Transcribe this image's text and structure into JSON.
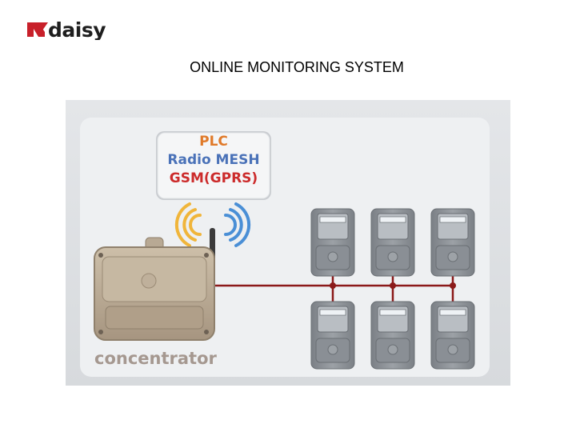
{
  "brand": {
    "logo_text": "daisy"
  },
  "title": "ONLINE MONITORING SYSTEM",
  "diagram": {
    "protocols": [
      {
        "label": "PLC",
        "color": "#e07a2a"
      },
      {
        "label": "Radio MESH",
        "color": "#4a72b8"
      },
      {
        "label": "GSM(GPRS)",
        "color": "#cc2b2b"
      }
    ],
    "concentrator_label": "concentrator",
    "meter_count": 6,
    "colors": {
      "bus_line": "#8b1a1a",
      "panel": "#eceff2",
      "meter_body": "#8d9297",
      "concentrator_body": "#b8a994"
    }
  }
}
